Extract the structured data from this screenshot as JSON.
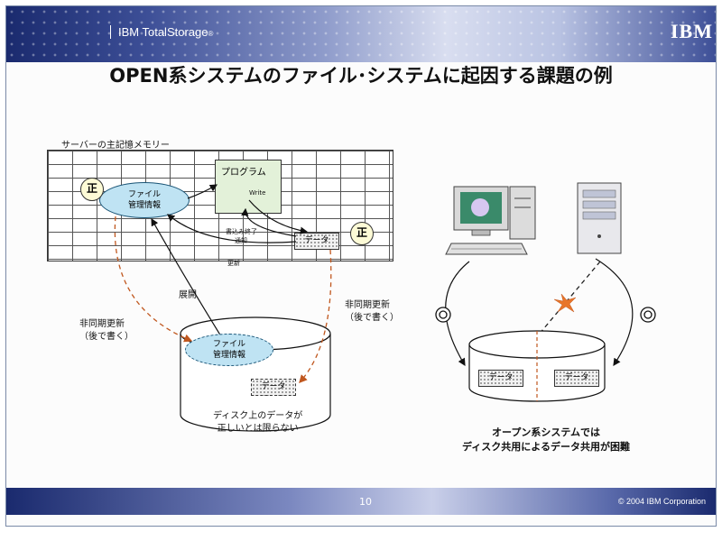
{
  "header": {
    "brand": "IBM TotalStorage",
    "brand_mark": "®",
    "logo": "IBM"
  },
  "title": "OPEN系システムのファイル･システムに起因する課題の例",
  "left_diagram": {
    "memory_label": "サーバーの主記憶メモリー",
    "program_label": "プログラム",
    "write_label": "Write",
    "file_mgmt_line1": "ファイル",
    "file_mgmt_line2": "管理情報",
    "data_label": "データ",
    "write_complete_line1": "書込み終了",
    "write_complete_line2": "通知",
    "update_label": "更新",
    "seal_label": "正",
    "expand_label": "展開",
    "async_line1": "非同期更新",
    "async_line2": "（後で書く）",
    "disk_file_line1": "ファイル",
    "disk_file_line2": "管理情報",
    "disk_data_label": "データ",
    "disk_caption_line1": "ディスク上のデータが",
    "disk_caption_line2": "正しいとは限らない"
  },
  "right_diagram": {
    "data_left": "データ",
    "data_right": "データ",
    "caption_line1": "オープン系システムでは",
    "caption_line2": "ディスク共用によるデータ共用が困難"
  },
  "footer": {
    "page_number": "10",
    "copyright": "© 2004 IBM Corporation"
  },
  "colors": {
    "band_dark": "#1a2a6e",
    "ellipse_fill": "#bfe3f3",
    "program_fill": "#e3f1d9",
    "async_arrow": "#c0571e"
  }
}
